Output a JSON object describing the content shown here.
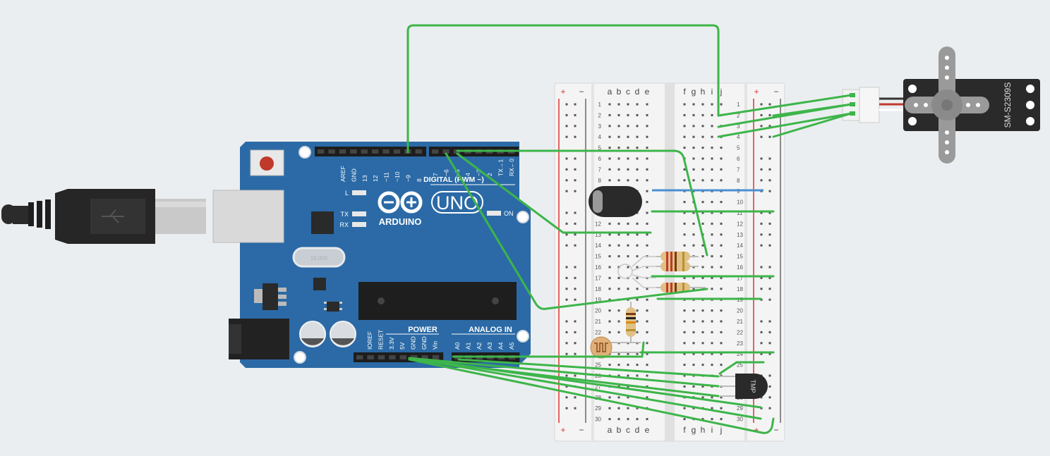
{
  "arduino": {
    "logo_text": "ARDUINO",
    "model": "UNO",
    "digital_label": "DIGITAL (PWM ~)",
    "power_label": "POWER",
    "analog_label": "ANALOG IN",
    "on_label": "ON",
    "l_label": "L",
    "tx_label": "TX",
    "rx_label": "RX",
    "crystal_label": "16.000",
    "digital_pins_left": [
      "AREF",
      "GND",
      "13",
      "12",
      "~11",
      "~10",
      "~9",
      "8"
    ],
    "digital_pins_right": [
      "7",
      "~6",
      "~5",
      "4",
      "~3",
      "2",
      "TX→1",
      "RX←0"
    ],
    "power_pins": [
      "IOREF",
      "RESET",
      "3.3V",
      "5V",
      "GND",
      "GND",
      "Vin"
    ],
    "analog_pins": [
      "A0",
      "A1",
      "A2",
      "A3",
      "A4",
      "A5"
    ]
  },
  "breadboard": {
    "columns_left": [
      "a",
      "b",
      "c",
      "d",
      "e"
    ],
    "columns_right": [
      "f",
      "g",
      "h",
      "i",
      "j"
    ],
    "rows": [
      "1",
      "2",
      "3",
      "4",
      "5",
      "6",
      "7",
      "8",
      "9",
      "10",
      "11",
      "12",
      "13",
      "14",
      "15",
      "16",
      "17",
      "18",
      "19",
      "20",
      "21",
      "22",
      "23",
      "24",
      "25",
      "26",
      "27",
      "28",
      "29",
      "30"
    ],
    "plus": "+",
    "minus": "−"
  },
  "servo": {
    "label": "SM-S2309S"
  },
  "temp_sensor": {
    "label": "TMP"
  },
  "colors": {
    "wire": "#3db54a",
    "board": "#2b6aa6",
    "breadboard": "#f4f4f4",
    "header": "#1d1d1d",
    "background": "#ebeef0"
  }
}
